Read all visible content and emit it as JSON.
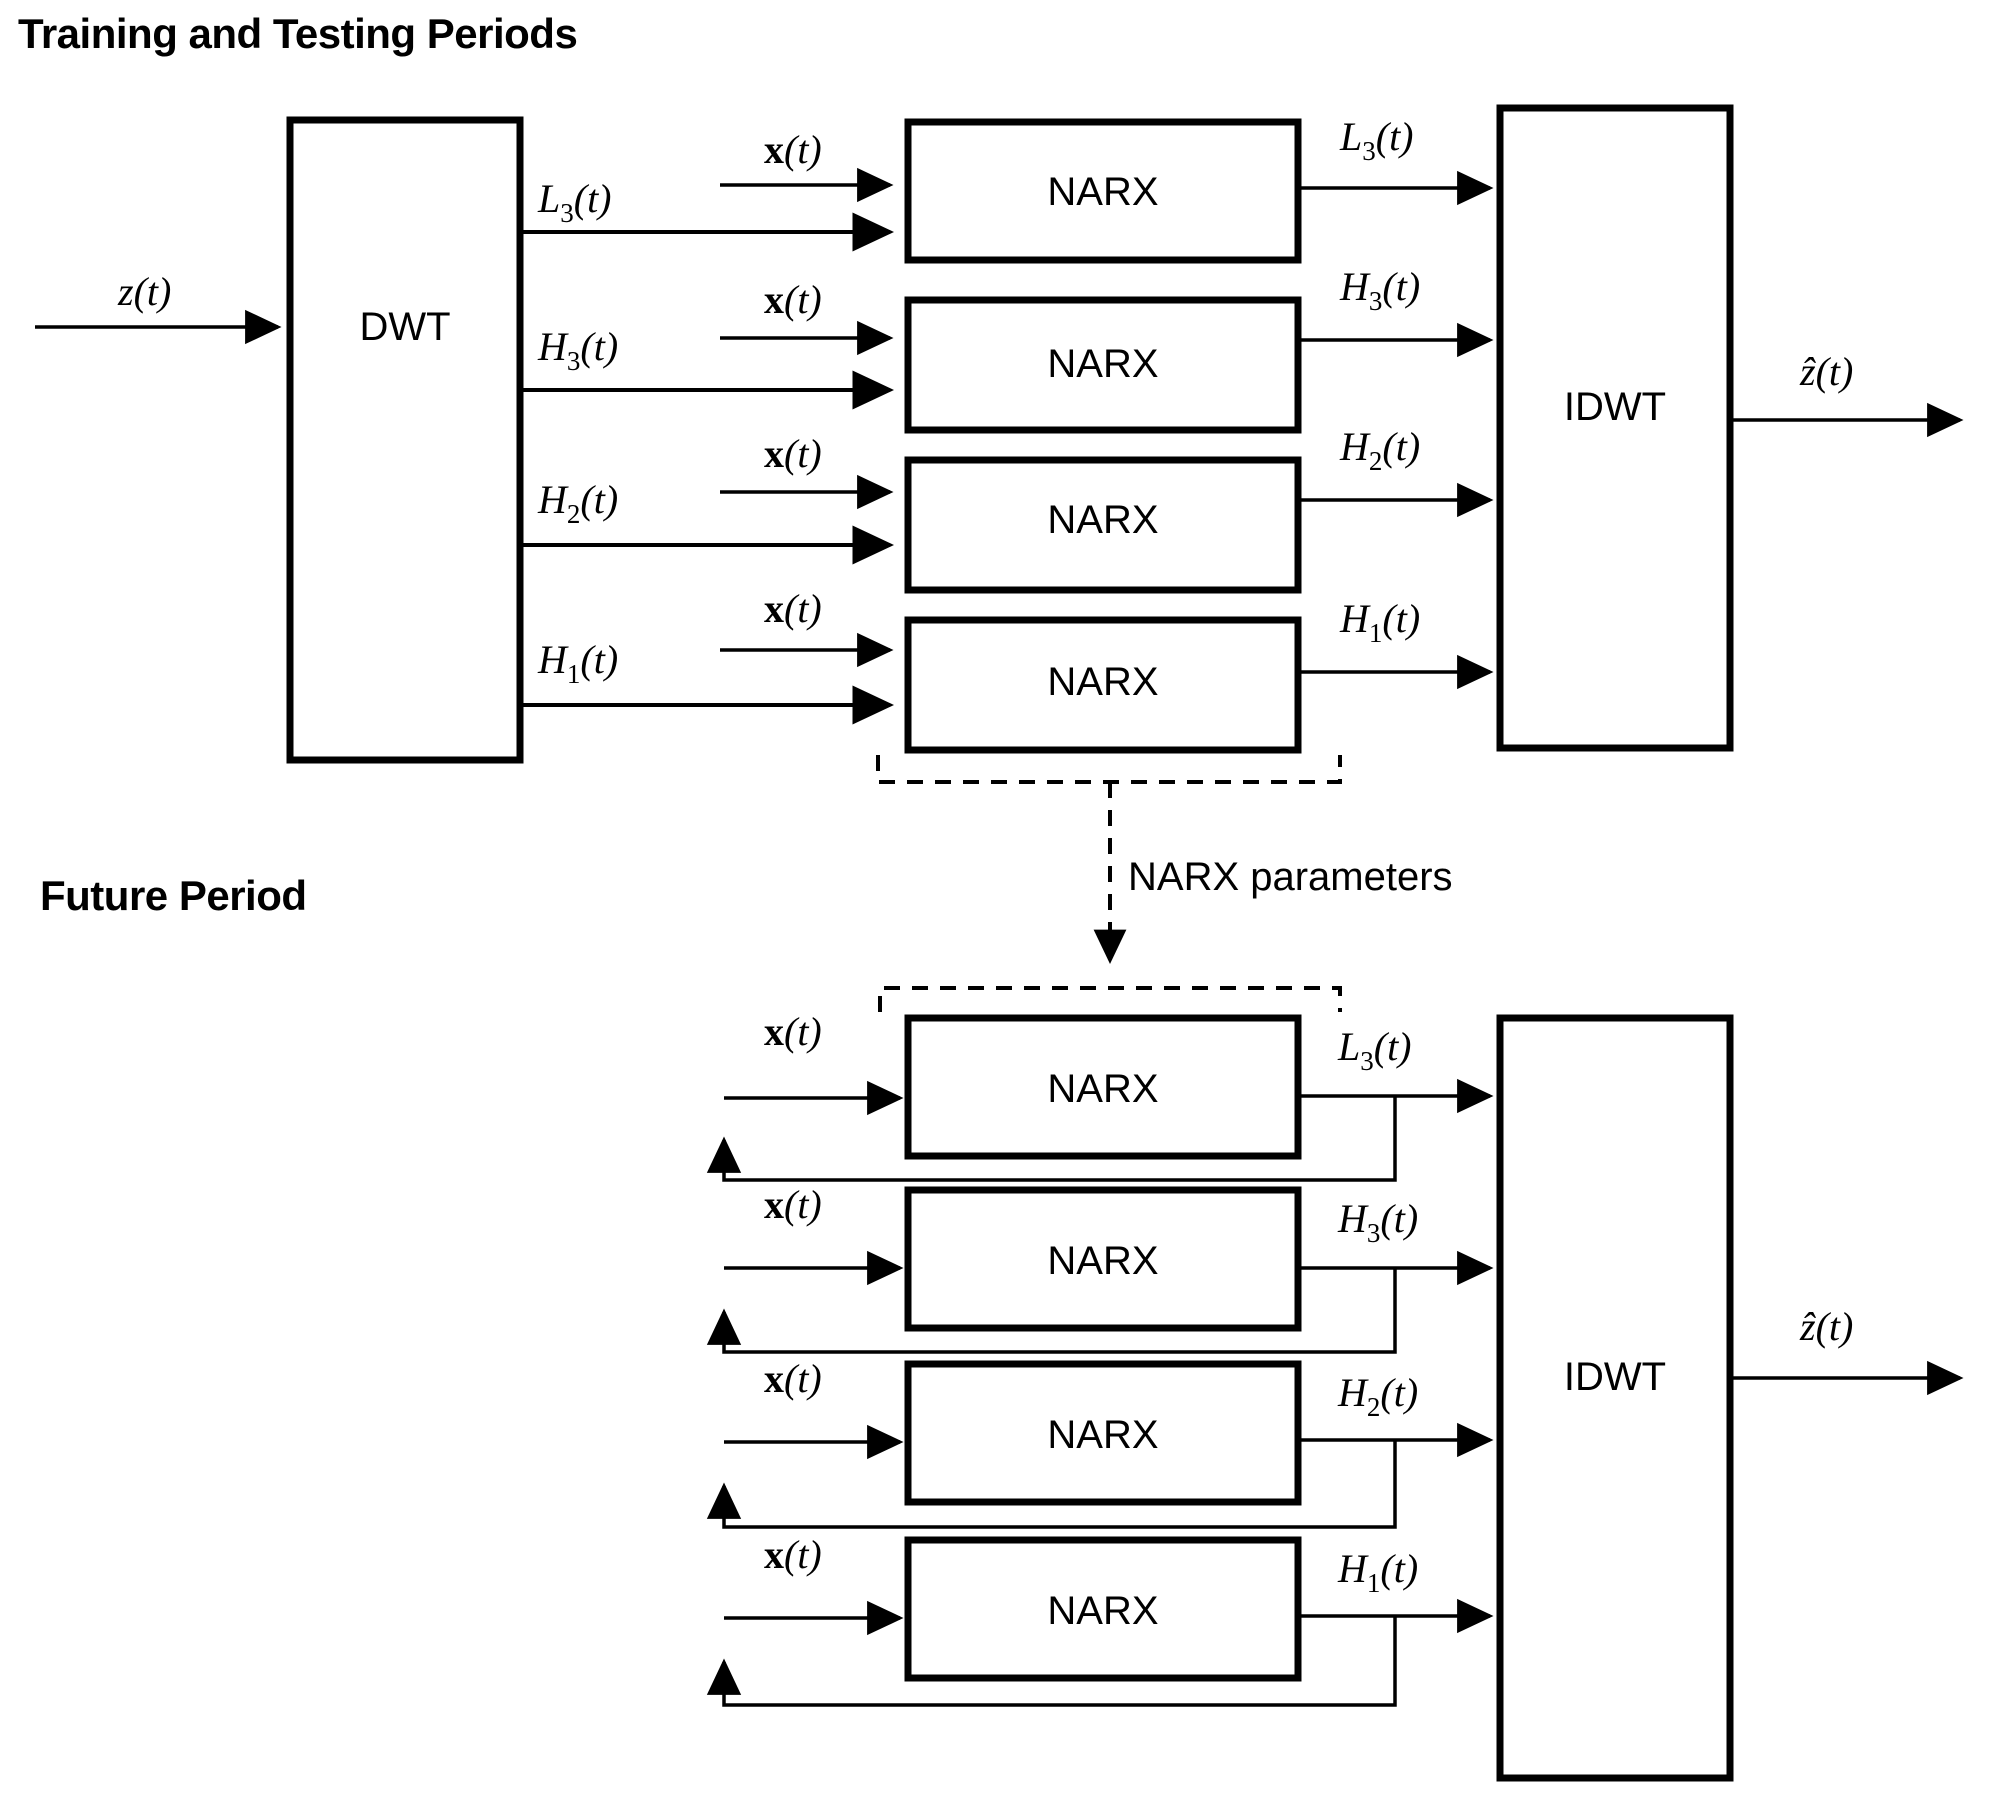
{
  "figure": {
    "type": "block-diagram",
    "title_top": "Training and Testing Periods",
    "title_bottom": "Future Period",
    "parameter_link_label": "NARX parameters"
  },
  "sections": {
    "training": {
      "heading": "Training and Testing Periods",
      "input_signal": "z(t)",
      "input_block": "DWT",
      "output_block": "IDWT",
      "output_signal": "ẑ(t)",
      "branches": [
        {
          "band": "L",
          "level": "3",
          "label": "L3(t)",
          "exog": "x(t)",
          "model": "NARX",
          "out_label": "L3(t)"
        },
        {
          "band": "H",
          "level": "3",
          "label": "H3(t)",
          "exog": "x(t)",
          "model": "NARX",
          "out_label": "H3(t)"
        },
        {
          "band": "H",
          "level": "2",
          "label": "H2(t)",
          "exog": "x(t)",
          "model": "NARX",
          "out_label": "H2(t)"
        },
        {
          "band": "H",
          "level": "1",
          "label": "H1(t)",
          "exog": "x(t)",
          "model": "NARX",
          "out_label": "H1(t)"
        }
      ]
    },
    "future": {
      "heading": "Future Period",
      "output_block": "IDWT",
      "output_signal": "ẑ(t)",
      "branches": [
        {
          "band": "L",
          "level": "3",
          "exog": "x(t)",
          "model": "NARX",
          "out_label": "L3(t)",
          "feedback": true
        },
        {
          "band": "H",
          "level": "3",
          "exog": "x(t)",
          "model": "NARX",
          "out_label": "H3(t)",
          "feedback": true
        },
        {
          "band": "H",
          "level": "2",
          "exog": "x(t)",
          "model": "NARX",
          "out_label": "H2(t)",
          "feedback": true
        },
        {
          "band": "H",
          "level": "1",
          "exog": "x(t)",
          "model": "NARX",
          "out_label": "H1(t)",
          "feedback": true
        }
      ]
    }
  },
  "labels": {
    "dwt": "DWT",
    "idwt": "IDWT",
    "narx": "NARX",
    "narx_parameters": "NARX parameters",
    "z_in": "z",
    "z_out": "ẑ",
    "x_exog": "x",
    "paren_t": "(t)",
    "L": "L",
    "H": "H",
    "lvl1": "1",
    "lvl2": "2",
    "lvl3": "3"
  },
  "colors": {
    "stroke": "#000000",
    "fill": "#ffffff",
    "background": "#ffffff"
  }
}
